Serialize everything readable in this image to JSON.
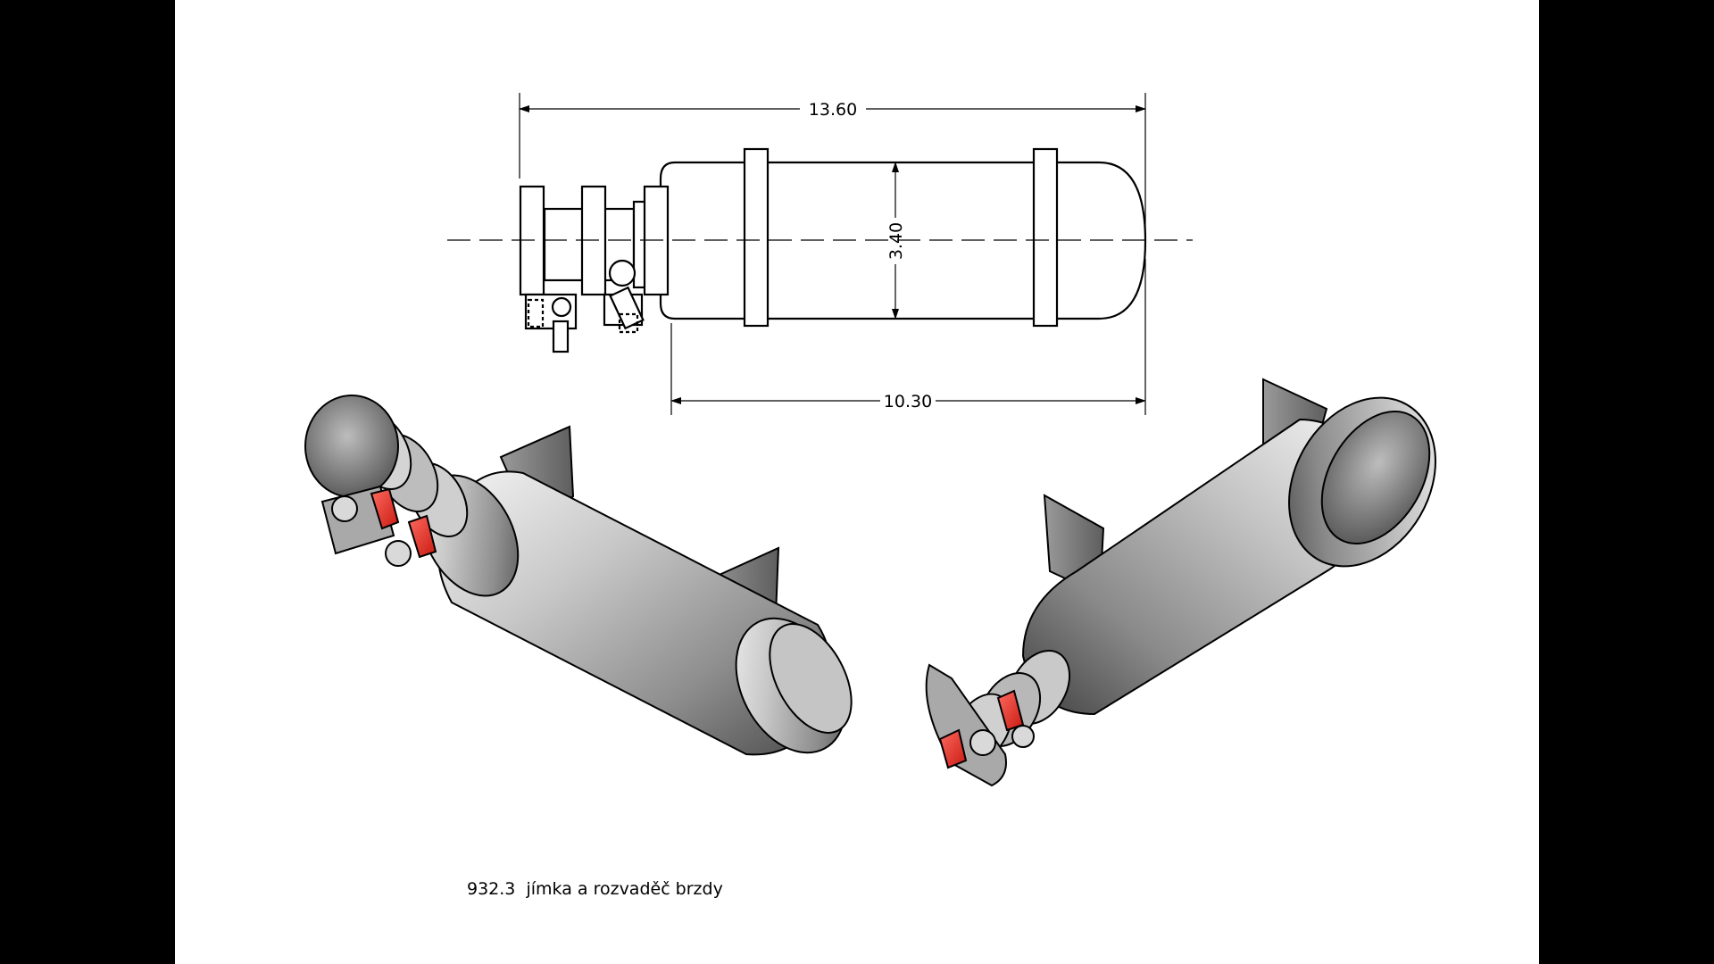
{
  "dimensions": {
    "overall_length": "13.60",
    "body_length": "10.30",
    "diameter": "3.40"
  },
  "caption": "932.3  jímka a rozvaděč brzdy",
  "colors": {
    "sheet": "#ffffff",
    "frame": "#000000",
    "line": "#000000",
    "valve_handle": "#e8322c",
    "shaded_body": "#8c8c8c"
  }
}
